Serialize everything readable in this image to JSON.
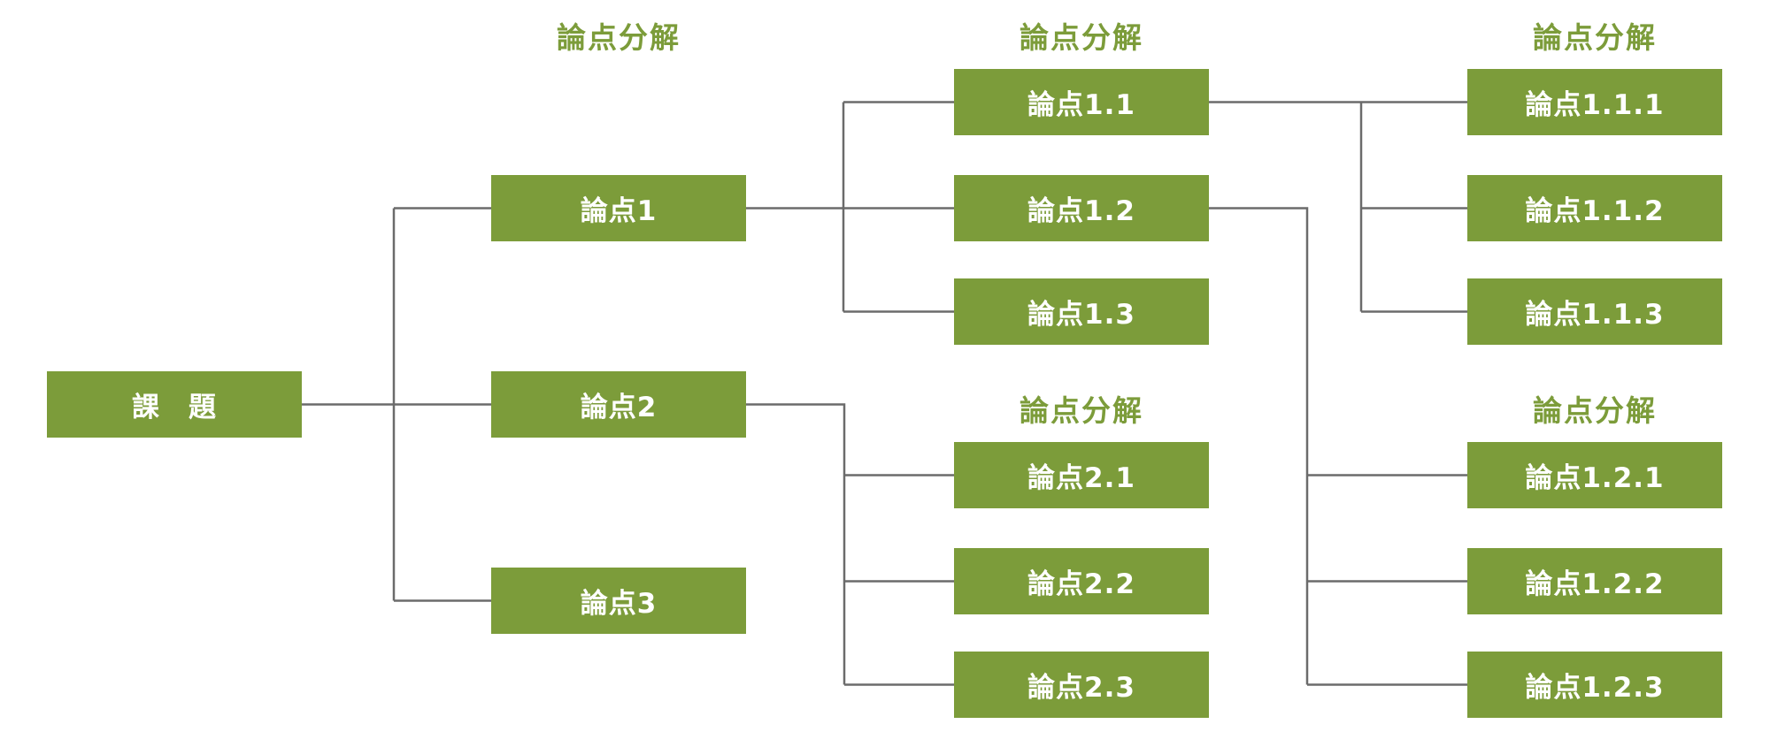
{
  "colors": {
    "node_fill": "#7C9C3A",
    "node_text": "#FFFFFF",
    "header_text": "#7C9C3A",
    "connector": "#6B6B6B",
    "background": "#FFFFFF"
  },
  "root": {
    "label": "課　題"
  },
  "headers": {
    "level1": "論点分解",
    "level2_group1": "論点分解",
    "level2_group2": "論点分解",
    "level3_group1": "論点分解",
    "level3_group2": "論点分解"
  },
  "level1": [
    {
      "label": "論点1"
    },
    {
      "label": "論点2"
    },
    {
      "label": "論点3"
    }
  ],
  "level2": [
    {
      "label": "論点1.1"
    },
    {
      "label": "論点1.2"
    },
    {
      "label": "論点1.3"
    },
    {
      "label": "論点2.1"
    },
    {
      "label": "論点2.2"
    },
    {
      "label": "論点2.3"
    }
  ],
  "level3": [
    {
      "label": "論点1.1.1"
    },
    {
      "label": "論点1.1.2"
    },
    {
      "label": "論点1.1.3"
    },
    {
      "label": "論点1.2.1"
    },
    {
      "label": "論点1.2.2"
    },
    {
      "label": "論点1.2.3"
    }
  ]
}
